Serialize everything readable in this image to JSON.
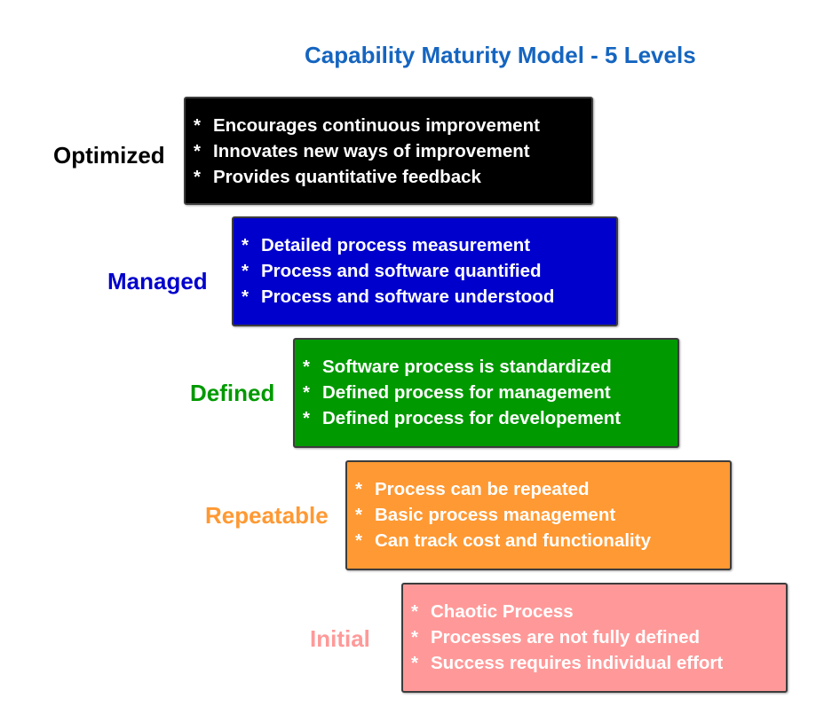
{
  "title": "Capability Maturity Model - 5 Levels",
  "colors": {
    "title": "#1565c0",
    "optimized_box": "#000000",
    "managed_box": "#0000cc",
    "defined_box": "#009900",
    "repeatable_box": "#ff9933",
    "initial_box": "#ff9999"
  },
  "levels": [
    {
      "name": "Optimized",
      "name_color": "#000000",
      "box_color": "#000000",
      "bullets": [
        "Encourages continuous improvement",
        "Innovates new ways of improvement",
        "Provides quantitative feedback"
      ]
    },
    {
      "name": "Managed",
      "name_color": "#0000cc",
      "box_color": "#0000cc",
      "bullets": [
        "Detailed process measurement",
        "Process and software quantified",
        "Process and software understood"
      ]
    },
    {
      "name": "Defined",
      "name_color": "#009900",
      "box_color": "#009900",
      "bullets": [
        "Software process is standardized",
        "Defined process for management",
        "Defined process for developement"
      ]
    },
    {
      "name": "Repeatable",
      "name_color": "#ff9933",
      "box_color": "#ff9933",
      "bullets": [
        "Process can be repeated",
        "Basic process management",
        "Can track cost and functionality"
      ]
    },
    {
      "name": "Initial",
      "name_color": "#ff9999",
      "box_color": "#ff9999",
      "bullets": [
        "Chaotic Process",
        "Processes are not fully defined",
        "Success requires individual effort"
      ]
    }
  ],
  "bullet_marker": "*"
}
